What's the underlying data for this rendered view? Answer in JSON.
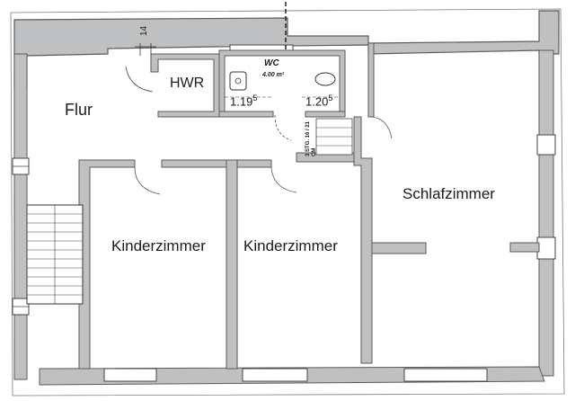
{
  "rooms": {
    "flur": "Flur",
    "hwr": "HWR",
    "wc": "WC",
    "kinderzimmer_1": "Kinderzimmer",
    "kinderzimmer_2": "Kinderzimmer",
    "schlafzimmer": "Schlafzimmer"
  },
  "annotations": {
    "wc_area": "4.00 m²",
    "dim_hwr_top": "14",
    "dim_wc_left_main": "1.19",
    "dim_wc_left_sup": "5",
    "dim_wc_right_main": "1.20",
    "dim_wc_right_sup": "5",
    "stairs_note": "3 STG. 16 / 21 CM"
  },
  "colors": {
    "wall_fill": "#bfc0c2",
    "wall_stroke": "#5a5a5a",
    "line": "#333333",
    "background": "#ffffff"
  }
}
